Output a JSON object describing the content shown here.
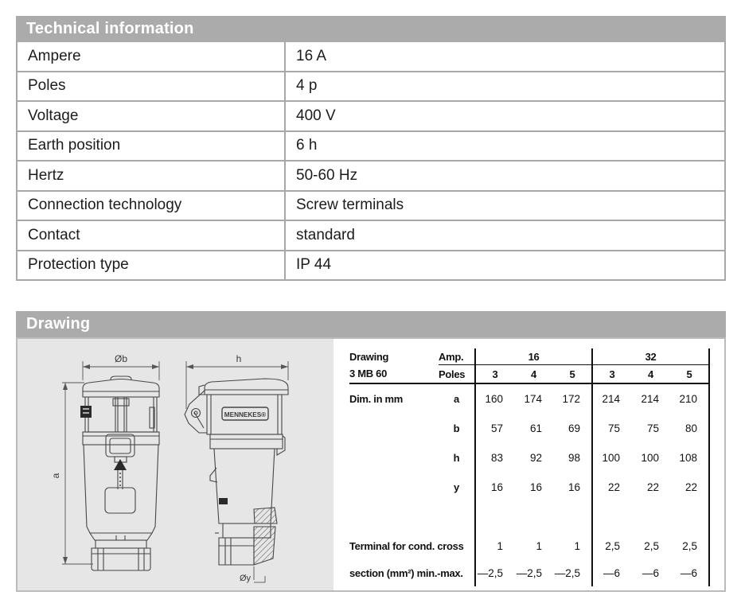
{
  "sections": {
    "technical": {
      "title": "Technical information",
      "rows": [
        {
          "label": "Ampere",
          "value": "16 A"
        },
        {
          "label": "Poles",
          "value": "4 p"
        },
        {
          "label": "Voltage",
          "value": "400 V"
        },
        {
          "label": "Earth position",
          "value": "6 h"
        },
        {
          "label": "Hertz",
          "value": "50-60 Hz"
        },
        {
          "label": "Connection technology",
          "value": "Screw terminals"
        },
        {
          "label": "Contact",
          "value": "standard"
        },
        {
          "label": "Protection type",
          "value": "IP 44"
        }
      ]
    },
    "drawing": {
      "title": "Drawing",
      "labels": {
        "dia_b": "Øb",
        "h": "h",
        "a": "a",
        "dia_y": "Øy",
        "brand": "MENNEKES®"
      },
      "dim_table": {
        "drawing_label": "Drawing",
        "drawing_code": "3 MB 60",
        "amp_label": "Amp.",
        "poles_label": "Poles",
        "amp_groups": [
          "16",
          "32"
        ],
        "pole_cols": [
          "3",
          "4",
          "5",
          "3",
          "4",
          "5"
        ],
        "dim_caption": "Dim. in mm",
        "rows": [
          {
            "dim": "a",
            "values": [
              "160",
              "174",
              "172",
              "214",
              "214",
              "210"
            ]
          },
          {
            "dim": "b",
            "values": [
              "57",
              "61",
              "69",
              "75",
              "75",
              "80"
            ]
          },
          {
            "dim": "h",
            "values": [
              "83",
              "92",
              "98",
              "100",
              "100",
              "108"
            ]
          },
          {
            "dim": "y",
            "values": [
              "16",
              "16",
              "16",
              "22",
              "22",
              "22"
            ]
          }
        ],
        "terminal_label_line1": "Terminal for cond. cross",
        "terminal_label_line2": "section (mm²) min.-max.",
        "terminal_min": [
          "1",
          "1",
          "1",
          "2,5",
          "2,5",
          "2,5"
        ],
        "terminal_max": [
          "—2,5",
          "—2,5",
          "—2,5",
          "—6",
          "—6",
          "—6"
        ]
      }
    }
  },
  "colors": {
    "section_header_bg": "#ababab",
    "section_header_text": "#ffffff",
    "table_border": "#a8a8a8",
    "drawing_bg": "#e6e6e6",
    "dimtable_line": "#111111",
    "drawing_line": "#444444"
  }
}
